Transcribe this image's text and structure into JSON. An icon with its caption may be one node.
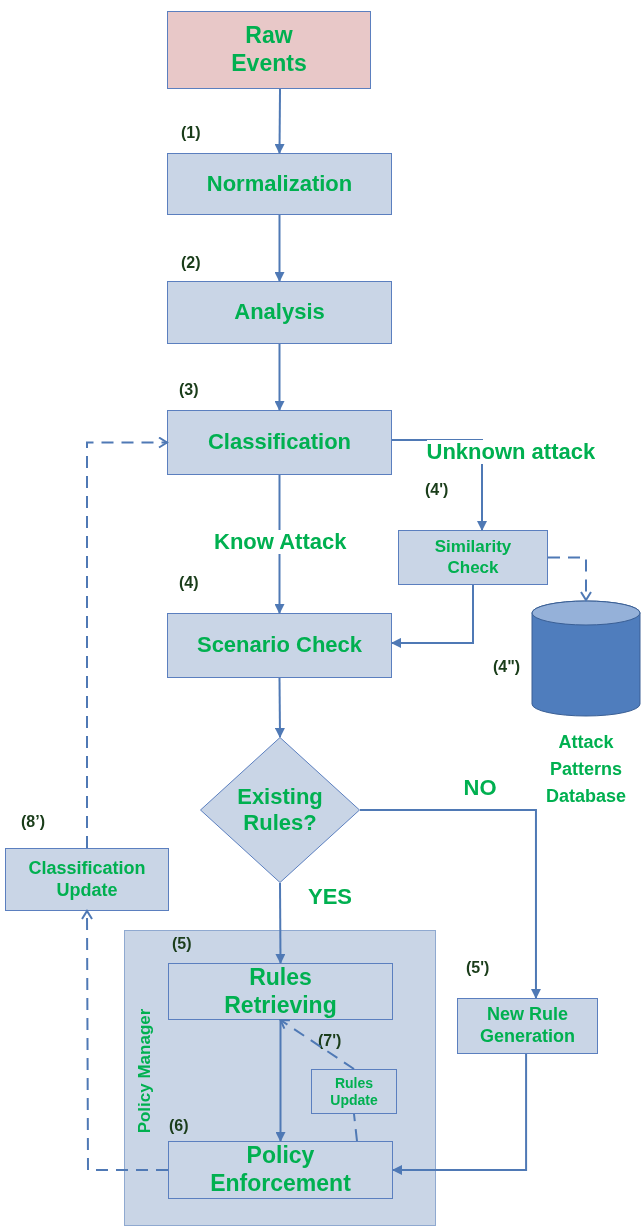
{
  "diagram": {
    "nodes": [
      {
        "text": [
          "Raw Events"
        ]
      },
      {
        "text": [
          "Normalization"
        ],
        "beside": [
          "(1)"
        ]
      },
      {
        "text": [
          "Analysis"
        ],
        "beside": [
          "(2)"
        ]
      },
      {
        "text": [
          "Classification"
        ],
        "beside": [
          "(3)"
        ]
      },
      {
        "text": [
          "Similarity Check"
        ],
        "beside": [
          "(4')"
        ]
      },
      {
        "text": [
          "Scenario Check"
        ],
        "beside": [
          "(4)"
        ]
      },
      {
        "text": [
          "Attack Patterns Database"
        ],
        "beside": [
          "(4\")"
        ]
      },
      {
        "text": [
          "Existing Rules?"
        ]
      },
      {
        "text": [
          "Classification Update"
        ],
        "beside": [
          "(8’)"
        ]
      },
      {
        "text": [
          "Policy Manager"
        ]
      },
      {
        "text": [
          "Rules Retrieving"
        ],
        "in": 9,
        "beside": [
          "(5)"
        ]
      },
      {
        "text": [
          "Rules Update"
        ],
        "in": 9
      },
      {
        "text": [
          "Policy Enforcement"
        ],
        "in": 9,
        "beside": [
          "(6)"
        ]
      },
      {
        "text": [
          "New Rule Generation"
        ],
        "beside": [
          "(5')"
        ]
      }
    ],
    "edges": [
      {
        "from": 0,
        "to": 1,
        "arrow": "to"
      },
      {
        "from": 1,
        "to": 2,
        "arrow": "to"
      },
      {
        "from": 2,
        "to": 3,
        "arrow": "to"
      },
      {
        "from": 3,
        "to": 5,
        "arrow": "to",
        "label": "Know Attack"
      },
      {
        "from": 3,
        "to": 4,
        "arrow": "to",
        "label": "Unknown attack"
      },
      {
        "from": 4,
        "to": 5,
        "arrow": "to"
      },
      {
        "from": 4,
        "to": 6,
        "arrow": "to",
        "style": "dashed"
      },
      {
        "from": 5,
        "to": 7,
        "arrow": "to"
      },
      {
        "from": 7,
        "to": 10,
        "arrow": "to",
        "label": "YES"
      },
      {
        "from": 7,
        "to": 13,
        "arrow": "to",
        "label": "NO"
      },
      {
        "from": 10,
        "to": 12,
        "arrow": "to"
      },
      {
        "from": 13,
        "to": 12,
        "arrow": "to"
      },
      {
        "from": 12,
        "to": 11,
        "arrow": "none",
        "style": "dashed"
      },
      {
        "from": 11,
        "to": 10,
        "arrow": "to",
        "style": "dashed"
      },
      {
        "from": 12,
        "to": 8,
        "arrow": "to",
        "style": "dashed"
      },
      {
        "from": 8,
        "to": 3,
        "arrow": "to",
        "style": "dashed"
      }
    ],
    "labels": [
      "(7')"
    ]
  }
}
